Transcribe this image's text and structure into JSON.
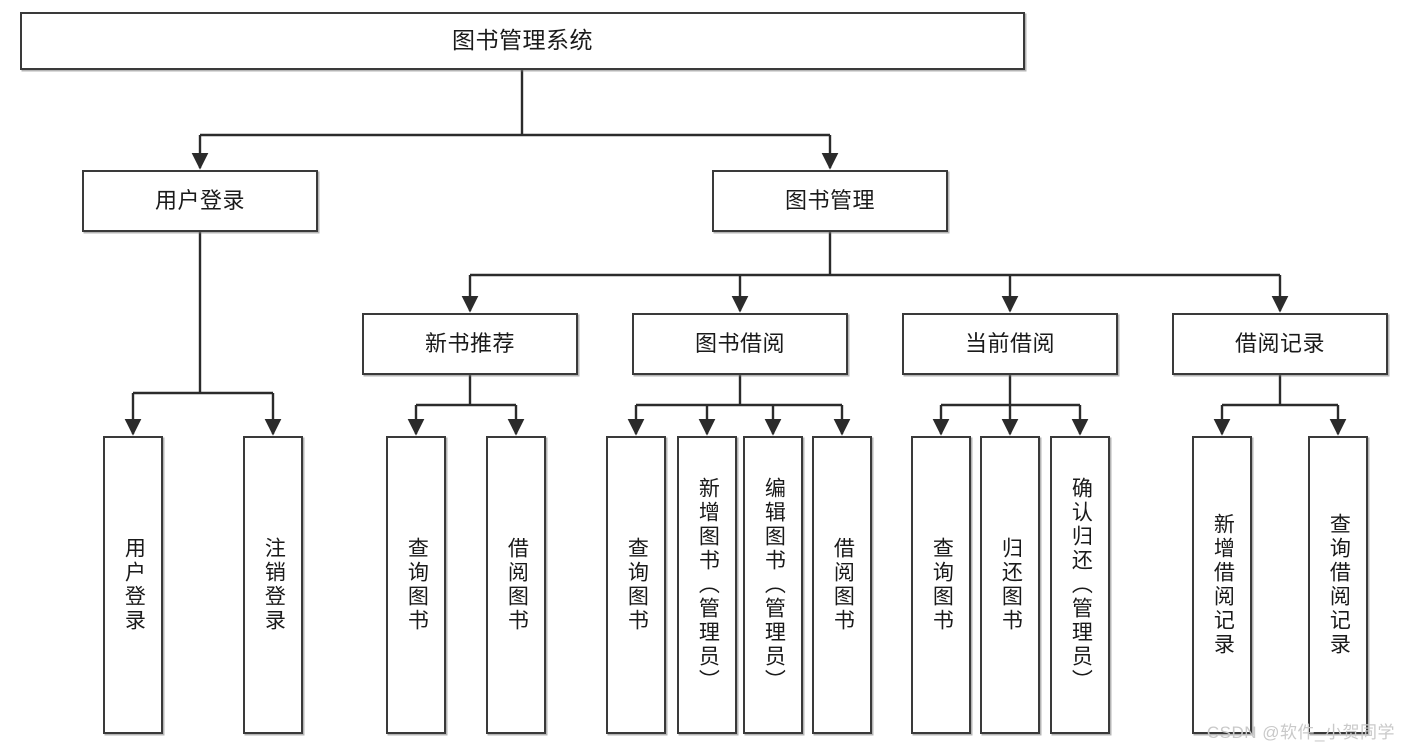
{
  "diagram": {
    "title": "图书管理系统",
    "watermark": "CSDN @软件_小贺同学",
    "colors": {
      "box_border": "#3a3a3a",
      "box_fill": "#ffffff",
      "edge": "#2b2b2b",
      "text": "#1a1a1a",
      "watermark": "#c9c9c9"
    },
    "levels": {
      "root": {
        "label": "图书管理系统"
      },
      "level2": [
        {
          "label": "用户登录"
        },
        {
          "label": "图书管理"
        }
      ],
      "level3": [
        {
          "label": "新书推荐"
        },
        {
          "label": "图书借阅"
        },
        {
          "label": "当前借阅"
        },
        {
          "label": "借阅记录"
        }
      ],
      "leaves": {
        "user_login": [
          {
            "label": "用户登录"
          },
          {
            "label": "注销登录"
          }
        ],
        "new_book_recommend": [
          {
            "label": "查询图书"
          },
          {
            "label": "借阅图书"
          }
        ],
        "book_borrow": [
          {
            "label": "查询图书"
          },
          {
            "label": "新增图书（管理员）"
          },
          {
            "label": "编辑图书（管理员）"
          },
          {
            "label": "借阅图书"
          }
        ],
        "current_borrow": [
          {
            "label": "查询图书"
          },
          {
            "label": "归还图书"
          },
          {
            "label": "确认归还（管理员）"
          }
        ],
        "borrow_record": [
          {
            "label": "新增借阅记录"
          },
          {
            "label": "查询借阅记录"
          }
        ]
      }
    }
  }
}
